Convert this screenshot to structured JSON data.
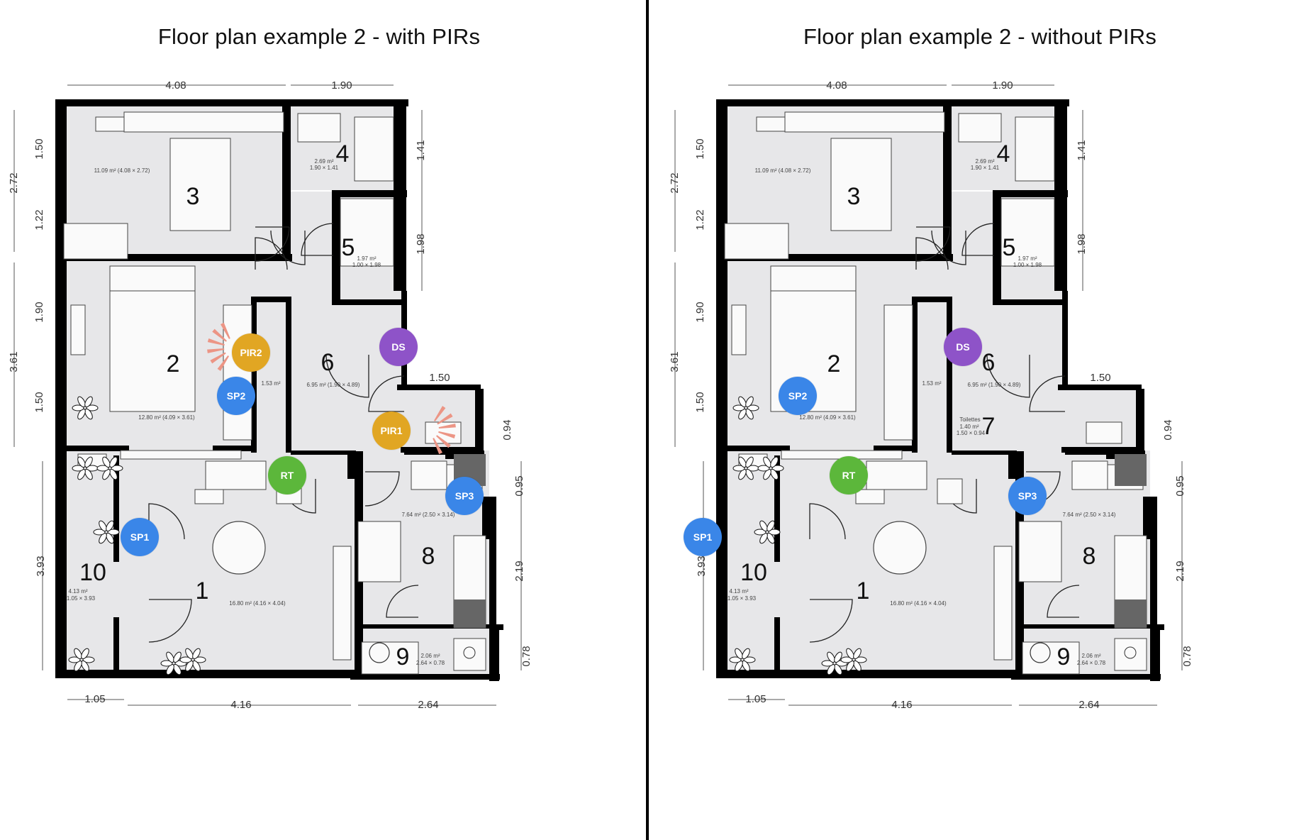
{
  "panels": [
    {
      "title": "Floor plan example 2 -  with PIRs"
    },
    {
      "title": "Floor plan example 2 -  without PIRs"
    }
  ],
  "dimensions": {
    "top_left": "4.08",
    "top_right": "1.90",
    "left_1": "1.50",
    "left_2": "1.22",
    "left_outer_1": "2.72",
    "left_3": "1.90",
    "left_4": "1.50",
    "left_outer_2": "3.61",
    "left_outer_3": "3.93",
    "right_1": "1.41",
    "right_2": "1.98",
    "wc_width": "1.50",
    "right_3": "0.94",
    "right_4": "0.95",
    "right_5": "2.19",
    "right_6": "0.78",
    "bottom_1": "1.05",
    "bottom_2": "4.16",
    "bottom_3": "2.64"
  },
  "rooms": {
    "r1": {
      "num": "1",
      "area": "16.80 m² (4.16 × 4.04)"
    },
    "r2": {
      "num": "2",
      "area": "12.80 m² (4.09 × 3.61)"
    },
    "r3": {
      "num": "3",
      "area": "11.09 m² (4.08 × 2.72)"
    },
    "r4": {
      "num": "4",
      "area": "2.69 m²",
      "dims": "1.90 × 1.41"
    },
    "r5": {
      "num": "5",
      "area": "1.97 m²",
      "dims": "1.00 × 1.98"
    },
    "r6": {
      "num": "6",
      "area": "6.95 m² (1.90 × 4.89)"
    },
    "r7": {
      "num": "7",
      "name": "Toilettes",
      "area": "1.40 m²",
      "dims": "1.50 × 0.94"
    },
    "r8": {
      "num": "8",
      "area": "7.64 m² (2.50 × 3.14)"
    },
    "r9": {
      "num": "9",
      "area": "2.06 m²",
      "dims": "2.64 × 0.78"
    },
    "r10": {
      "num": "10",
      "area": "4.13 m²",
      "dims": "1.05 × 3.93"
    },
    "closet": {
      "area": "1.53 m²"
    }
  },
  "sensors": {
    "ds": {
      "label": "DS",
      "color": "#8e53c8"
    },
    "rt": {
      "label": "RT",
      "color": "#5cb73b"
    },
    "sp1": {
      "label": "SP1",
      "color": "#3a86e8"
    },
    "sp2": {
      "label": "SP2",
      "color": "#3a86e8"
    },
    "sp3": {
      "label": "SP3",
      "color": "#3a86e8"
    },
    "pir1": {
      "label": "PIR1",
      "color": "#e1a623"
    },
    "pir2": {
      "label": "PIR2",
      "color": "#e1a623"
    }
  }
}
